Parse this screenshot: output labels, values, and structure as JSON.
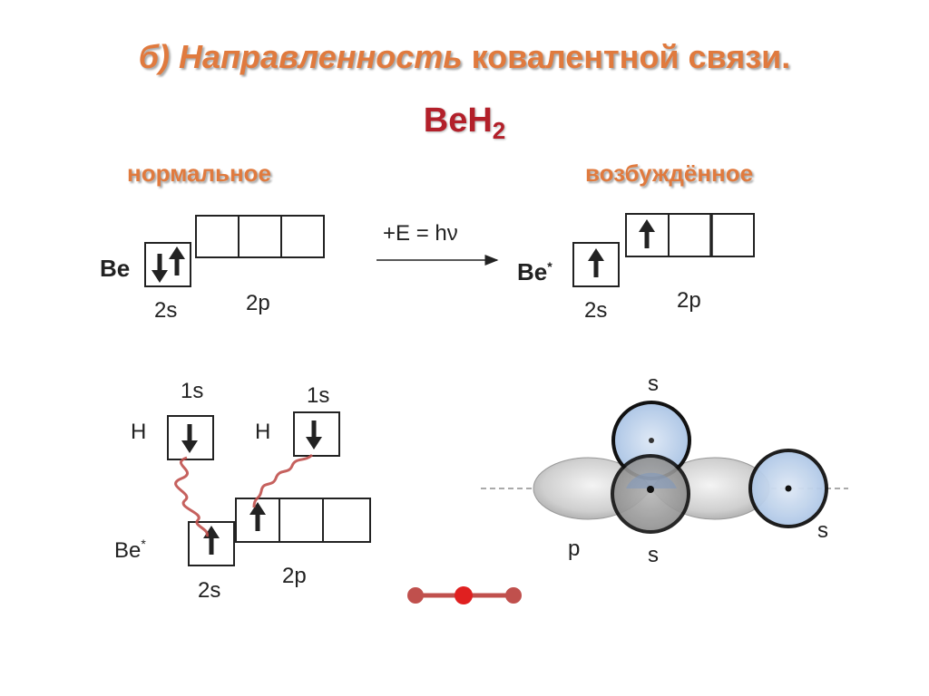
{
  "title": {
    "part1": "б) Направленность",
    "part2": " ковалентной связи."
  },
  "formula": {
    "main": "BeH",
    "sub": "2"
  },
  "states": {
    "normal": "нормальное",
    "excited": "возбуждённое"
  },
  "normal": {
    "atom": "Be",
    "s_label": "2s",
    "p_label": "2p"
  },
  "transition": "+E = hν",
  "excited": {
    "atom": "Be",
    "star": "*",
    "s_label": "2s",
    "p_label": "2p"
  },
  "bonding": {
    "h1": {
      "atom": "H",
      "orbital": "1s"
    },
    "h2": {
      "atom": "H",
      "orbital": "1s"
    },
    "be": {
      "atom": "Be",
      "star": "*",
      "s_label": "2s",
      "p_label": "2p"
    }
  },
  "overlap": {
    "s_top": "s",
    "s_bottom": "s",
    "s_right": "s",
    "p": "p"
  },
  "colors": {
    "title": "#e07a3e",
    "formula": "#b3202a",
    "wavy": "#c0504d",
    "s_orbital": "#b9cfe8",
    "molecule": "#c0504d",
    "molecule_center": "#e02020"
  }
}
